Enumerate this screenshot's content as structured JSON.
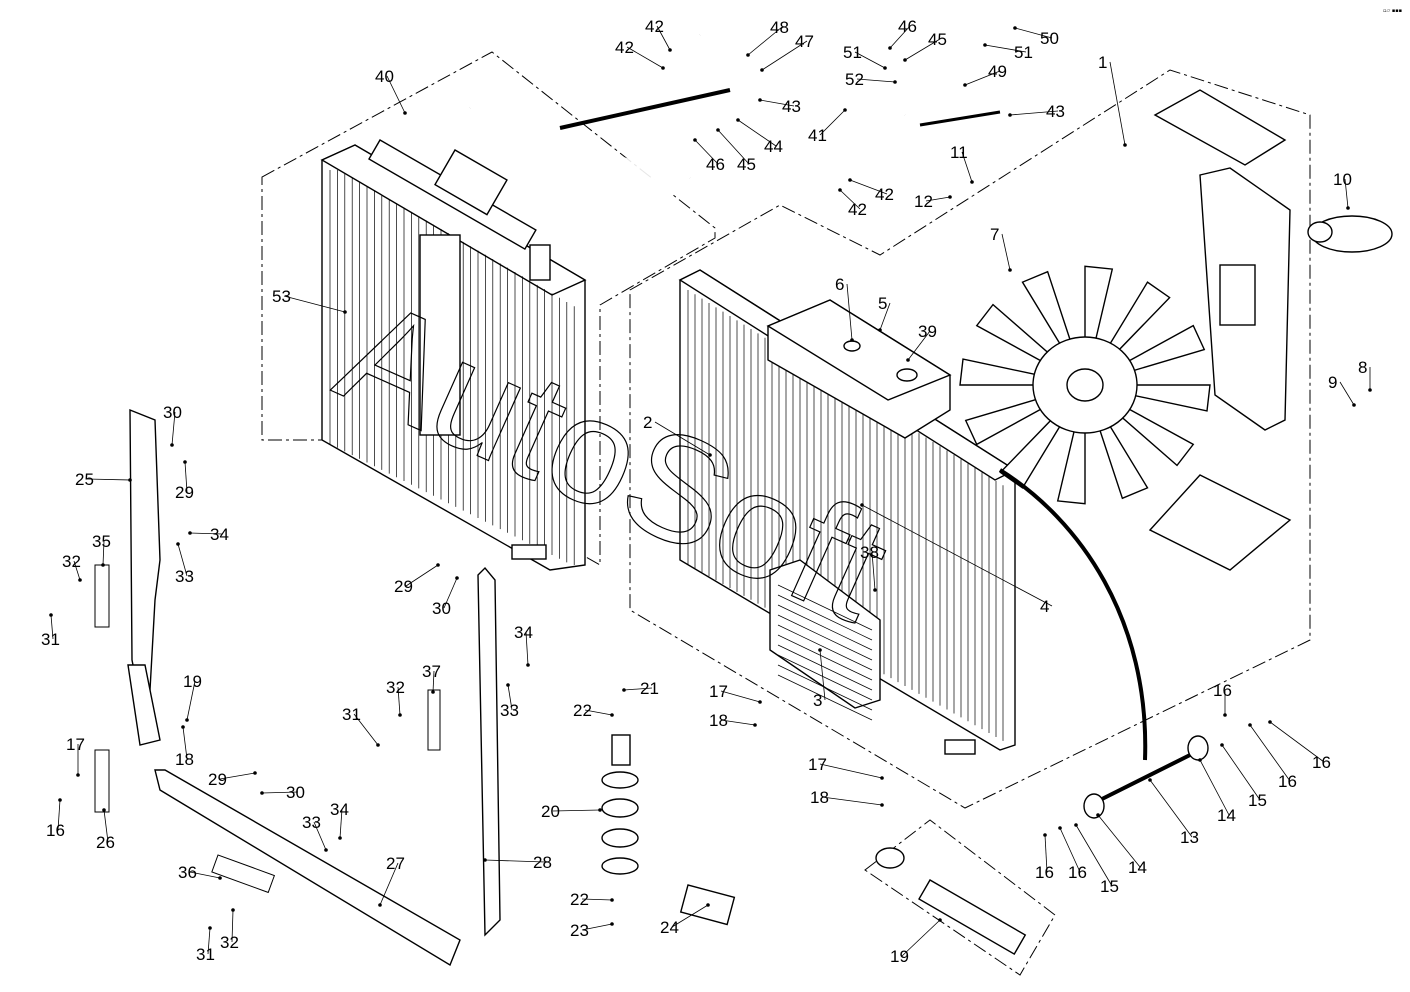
{
  "header": {
    "corner_glyphs": "▫▱ ▪▪▪"
  },
  "watermark": {
    "text": "AutoSoft",
    "color": "#000000"
  },
  "callouts": [
    {
      "id": "c1",
      "label": "1"
    },
    {
      "id": "c2",
      "label": "2"
    },
    {
      "id": "c3",
      "label": "3"
    },
    {
      "id": "c4",
      "label": "4"
    },
    {
      "id": "c5",
      "label": "5"
    },
    {
      "id": "c6",
      "label": "6"
    },
    {
      "id": "c7",
      "label": "7"
    },
    {
      "id": "c8",
      "label": "8"
    },
    {
      "id": "c9",
      "label": "9"
    },
    {
      "id": "c10",
      "label": "10"
    },
    {
      "id": "c11",
      "label": "11"
    },
    {
      "id": "c12",
      "label": "12"
    },
    {
      "id": "c13",
      "label": "13"
    },
    {
      "id": "c14a",
      "label": "14"
    },
    {
      "id": "c14b",
      "label": "14"
    },
    {
      "id": "c15a",
      "label": "15"
    },
    {
      "id": "c15b",
      "label": "15"
    },
    {
      "id": "c16a",
      "label": "16"
    },
    {
      "id": "c16b",
      "label": "16"
    },
    {
      "id": "c16c",
      "label": "16"
    },
    {
      "id": "c16d",
      "label": "16"
    },
    {
      "id": "c16e",
      "label": "16"
    },
    {
      "id": "c16f",
      "label": "16"
    },
    {
      "id": "c17a",
      "label": "17"
    },
    {
      "id": "c17b",
      "label": "17"
    },
    {
      "id": "c17c",
      "label": "17"
    },
    {
      "id": "c18a",
      "label": "18"
    },
    {
      "id": "c18b",
      "label": "18"
    },
    {
      "id": "c18c",
      "label": "18"
    },
    {
      "id": "c19a",
      "label": "19"
    },
    {
      "id": "c19b",
      "label": "19"
    },
    {
      "id": "c20",
      "label": "20"
    },
    {
      "id": "c21",
      "label": "21"
    },
    {
      "id": "c22a",
      "label": "22"
    },
    {
      "id": "c22b",
      "label": "22"
    },
    {
      "id": "c23",
      "label": "23"
    },
    {
      "id": "c24",
      "label": "24"
    },
    {
      "id": "c25",
      "label": "25"
    },
    {
      "id": "c26",
      "label": "26"
    },
    {
      "id": "c27",
      "label": "27"
    },
    {
      "id": "c28",
      "label": "28"
    },
    {
      "id": "c29a",
      "label": "29"
    },
    {
      "id": "c29b",
      "label": "29"
    },
    {
      "id": "c29c",
      "label": "29"
    },
    {
      "id": "c30a",
      "label": "30"
    },
    {
      "id": "c30b",
      "label": "30"
    },
    {
      "id": "c30c",
      "label": "30"
    },
    {
      "id": "c31a",
      "label": "31"
    },
    {
      "id": "c31b",
      "label": "31"
    },
    {
      "id": "c31c",
      "label": "31"
    },
    {
      "id": "c32a",
      "label": "32"
    },
    {
      "id": "c32b",
      "label": "32"
    },
    {
      "id": "c32c",
      "label": "32"
    },
    {
      "id": "c33a",
      "label": "33"
    },
    {
      "id": "c33b",
      "label": "33"
    },
    {
      "id": "c33c",
      "label": "33"
    },
    {
      "id": "c34a",
      "label": "34"
    },
    {
      "id": "c34b",
      "label": "34"
    },
    {
      "id": "c34c",
      "label": "34"
    },
    {
      "id": "c35",
      "label": "35"
    },
    {
      "id": "c36",
      "label": "36"
    },
    {
      "id": "c37",
      "label": "37"
    },
    {
      "id": "c38",
      "label": "38"
    },
    {
      "id": "c39",
      "label": "39"
    },
    {
      "id": "c40",
      "label": "40"
    },
    {
      "id": "c41",
      "label": "41"
    },
    {
      "id": "c42a",
      "label": "42"
    },
    {
      "id": "c42b",
      "label": "42"
    },
    {
      "id": "c42c",
      "label": "42"
    },
    {
      "id": "c42d",
      "label": "42"
    },
    {
      "id": "c43a",
      "label": "43"
    },
    {
      "id": "c43b",
      "label": "43"
    },
    {
      "id": "c44",
      "label": "44"
    },
    {
      "id": "c45a",
      "label": "45"
    },
    {
      "id": "c45b",
      "label": "45"
    },
    {
      "id": "c46a",
      "label": "46"
    },
    {
      "id": "c46b",
      "label": "46"
    },
    {
      "id": "c47",
      "label": "47"
    },
    {
      "id": "c48",
      "label": "48"
    },
    {
      "id": "c49",
      "label": "49"
    },
    {
      "id": "c50",
      "label": "50"
    },
    {
      "id": "c51a",
      "label": "51"
    },
    {
      "id": "c51b",
      "label": "51"
    },
    {
      "id": "c52",
      "label": "52"
    },
    {
      "id": "c53",
      "label": "53"
    }
  ]
}
